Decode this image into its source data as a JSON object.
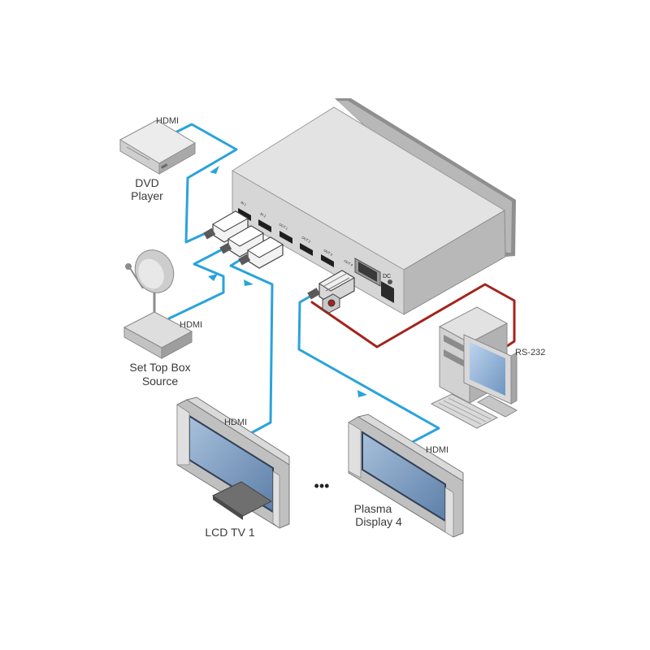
{
  "labels": {
    "hdmi_dvd": "HDMI",
    "dvd_line1": "DVD",
    "dvd_line2": "Player",
    "hdmi_stb": "HDMI",
    "stb_line1": "Set Top Box",
    "stb_line2": "Source",
    "rs232": "RS-232",
    "hdmi_lcd": "HDMI",
    "hdmi_plasma": "HDMI",
    "lcd": "LCD TV 1",
    "plasma_line1": "Plasma",
    "plasma_line2": "Display 4",
    "ellipsis": "•••",
    "dc": "DC"
  },
  "device": {
    "ports": [
      "IN 1",
      "IN 2",
      "OUT 1",
      "OUT 2",
      "OUT 3",
      "OUT 4"
    ]
  },
  "colors": {
    "hdmi_cable": "#2aa3db",
    "rs232_cable": "#a3241c",
    "device_top": "#e1e1e1",
    "device_front": "#d4d4d4",
    "device_side": "#b4b4b4",
    "screen": "#7f9fc4"
  }
}
